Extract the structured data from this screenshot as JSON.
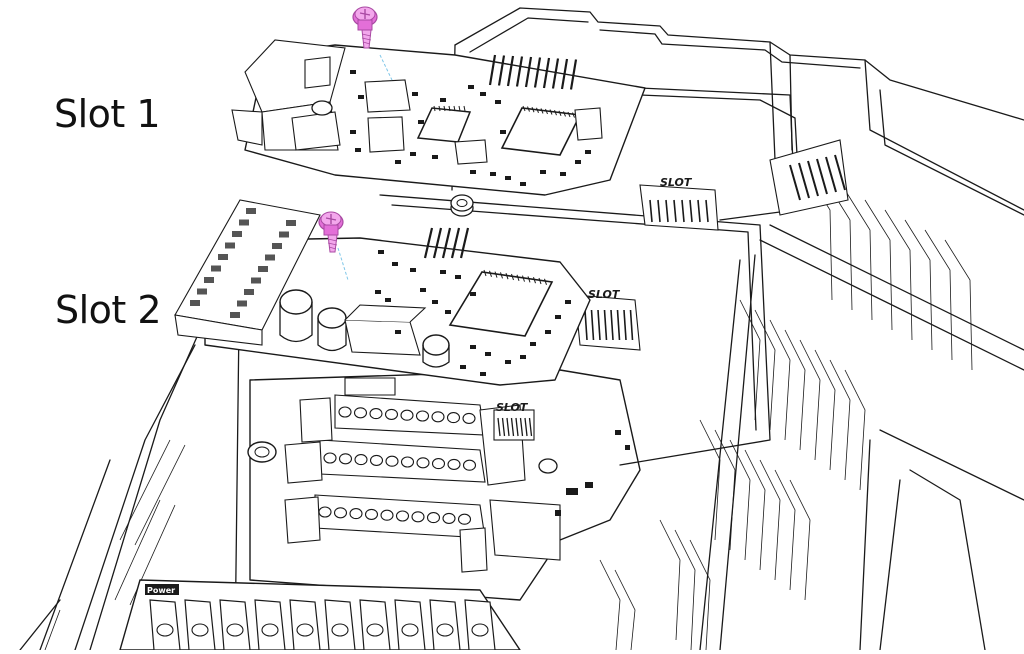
{
  "callouts": {
    "slot1": "Slot 1",
    "slot2": "Slot 2"
  },
  "board_markings": {
    "slot_upper": "SLOT",
    "slot_middle": "SLOT",
    "slot_lower": "SLOT",
    "power_label": "Power"
  },
  "colors": {
    "screw": "#e36fd8",
    "screw_dark": "#a94aa3",
    "line": "#1a1a1a"
  }
}
